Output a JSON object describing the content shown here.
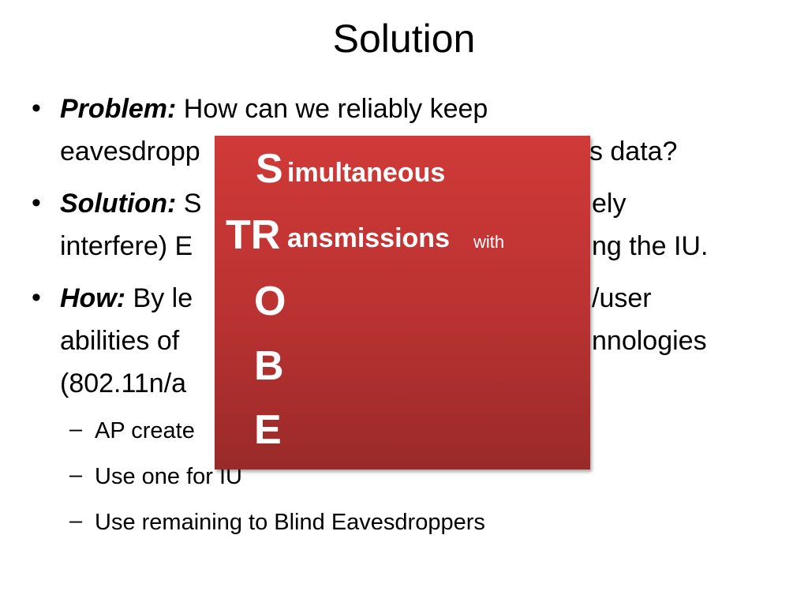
{
  "slide": {
    "title": "Solution",
    "bullet_char": "•",
    "dash_char": "–",
    "bullets": [
      {
        "label": "Problem:",
        "line1_rest": " How can we reliably keep",
        "line2": "eavesdropp",
        "line2_right": "’s data?"
      },
      {
        "label": "Solution:",
        "line1_rest": " S",
        "line1_right": "ely",
        "line2": "interfere) E",
        "line2_right": "ng the IU."
      },
      {
        "label": "How:",
        "line1_rest": " By le",
        "line1_right": "/user",
        "line2": "abilities of",
        "line2_right": "nnologies",
        "line3": "(802.11n/a"
      }
    ],
    "sub_bullets": [
      "AP create",
      "Use one for IU",
      "Use remaining to Blind Eavesdroppers"
    ]
  },
  "overlay": {
    "s_letter": "S",
    "s_rest": "imultaneous",
    "tr_letters": "TR",
    "tr_rest": "ansmissions",
    "with_word": "with",
    "o_letter": "O",
    "b_letter": "B",
    "e_letter": "E",
    "colors": {
      "top": "#d03a38",
      "bottom": "#992a29",
      "text": "#ffffff"
    }
  }
}
